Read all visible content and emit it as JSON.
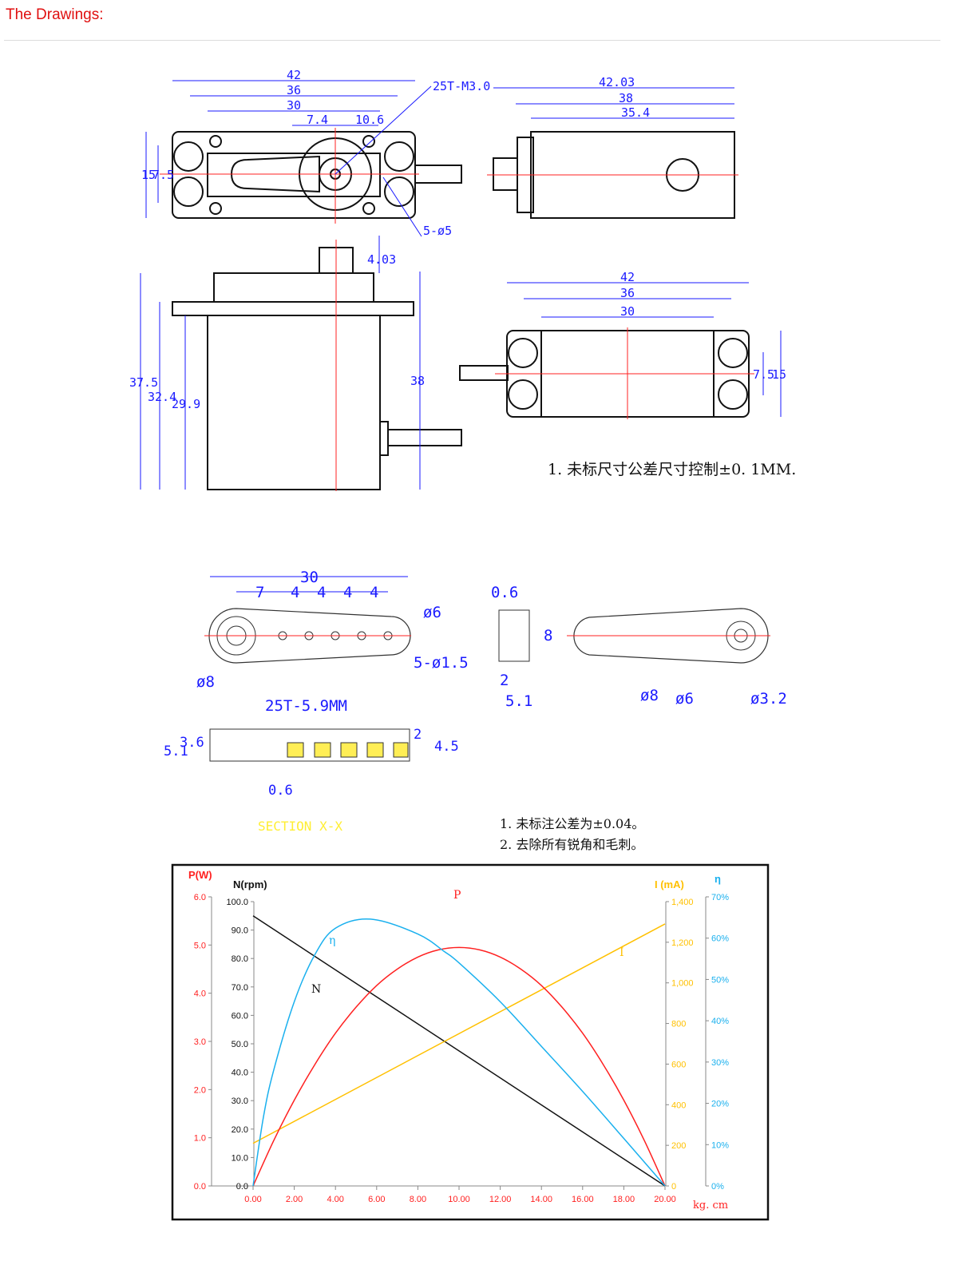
{
  "page": {
    "title": "The Drawings:"
  },
  "drawing": {
    "top_view": [
      "42",
      "36",
      "30",
      "7.4",
      "10.6",
      "25T-M3.0",
      "15",
      "7.5",
      "5-ø5"
    ],
    "side_view": [
      "42.03",
      "38",
      "35.4"
    ],
    "front_view": [
      "4.03",
      "37.5",
      "32.4",
      "29.9",
      "38"
    ],
    "bottom_view": [
      "42",
      "36",
      "30",
      "7.5",
      "15"
    ],
    "note1": "1. 未标尺寸公差尺寸控制±0. 1MM.",
    "horn": [
      "30",
      "7",
      "4",
      "4",
      "4",
      "4",
      "ø6",
      "5-ø1.5",
      "ø8",
      "25T-5.9MM"
    ],
    "horn_side": [
      "0.6",
      "8",
      "2",
      "5.1"
    ],
    "horn_back": [
      "ø8",
      "ø6",
      "ø3.2"
    ],
    "section": [
      "5.1",
      "3.6",
      "2",
      "4.5",
      "0.6"
    ],
    "section_label": "SECTION X-X",
    "notes2": [
      "1. 未标注公差为±0.04。",
      "2. 去除所有锐角和毛刺。"
    ]
  },
  "chart_data": {
    "type": "line",
    "xlabel": "kg. cm",
    "x_ticks": [
      "0.00",
      "2.00",
      "4.00",
      "6.00",
      "8.00",
      "10.00",
      "12.00",
      "14.00",
      "16.00",
      "18.00",
      "20.00"
    ],
    "xlim": [
      0,
      20
    ],
    "axes": {
      "P": {
        "label": "P(W)",
        "color": "#ff2020",
        "ylim": [
          0,
          6
        ],
        "ticks": [
          "0.0",
          "1.0",
          "2.0",
          "3.0",
          "4.0",
          "5.0",
          "6.0"
        ]
      },
      "N": {
        "label": "N(rpm)",
        "color": "#111111",
        "ylim": [
          0,
          100
        ],
        "ticks": [
          "0.0",
          "10.0",
          "20.0",
          "30.0",
          "40.0",
          "50.0",
          "60.0",
          "70.0",
          "80.0",
          "90.0",
          "100.0"
        ]
      },
      "I": {
        "label": "I (mA)",
        "color": "#ffc000",
        "ylim": [
          0,
          1400
        ],
        "ticks": [
          "0",
          "200",
          "400",
          "600",
          "800",
          "1,000",
          "1,200",
          "1,400"
        ]
      },
      "eta": {
        "label": "η",
        "color": "#1ab0ee",
        "ylim": [
          0,
          70
        ],
        "ticks": [
          "0%",
          "10%",
          "20%",
          "30%",
          "40%",
          "50%",
          "60%",
          "70%"
        ]
      }
    },
    "series": [
      {
        "name": "N",
        "axis": "N",
        "label": "N",
        "x": [
          0,
          20
        ],
        "y": [
          95,
          0
        ]
      },
      {
        "name": "I",
        "axis": "I",
        "label": "I",
        "x": [
          0,
          20
        ],
        "y": [
          210,
          1290
        ]
      },
      {
        "name": "P",
        "axis": "P",
        "label": "P",
        "x": [
          0,
          1,
          2,
          3,
          4,
          5,
          6,
          7,
          8,
          9,
          10,
          11,
          12,
          13,
          14,
          15,
          16,
          17,
          18,
          19,
          20
        ],
        "y": [
          0,
          0.94,
          1.78,
          2.52,
          3.17,
          3.71,
          4.16,
          4.5,
          4.75,
          4.9,
          4.95,
          4.9,
          4.75,
          4.5,
          4.16,
          3.71,
          3.17,
          2.52,
          1.78,
          0.94,
          0
        ]
      },
      {
        "name": "η",
        "axis": "eta",
        "label": "η",
        "x": [
          0,
          0.5,
          1,
          2,
          3,
          4,
          5.7,
          8,
          9.3,
          10,
          12,
          14,
          16,
          18,
          20
        ],
        "y": [
          0,
          16.6,
          28,
          44.6,
          56,
          62.4,
          64.6,
          61,
          56.7,
          54,
          44.6,
          33.8,
          22.9,
          11.5,
          0
        ]
      }
    ]
  }
}
